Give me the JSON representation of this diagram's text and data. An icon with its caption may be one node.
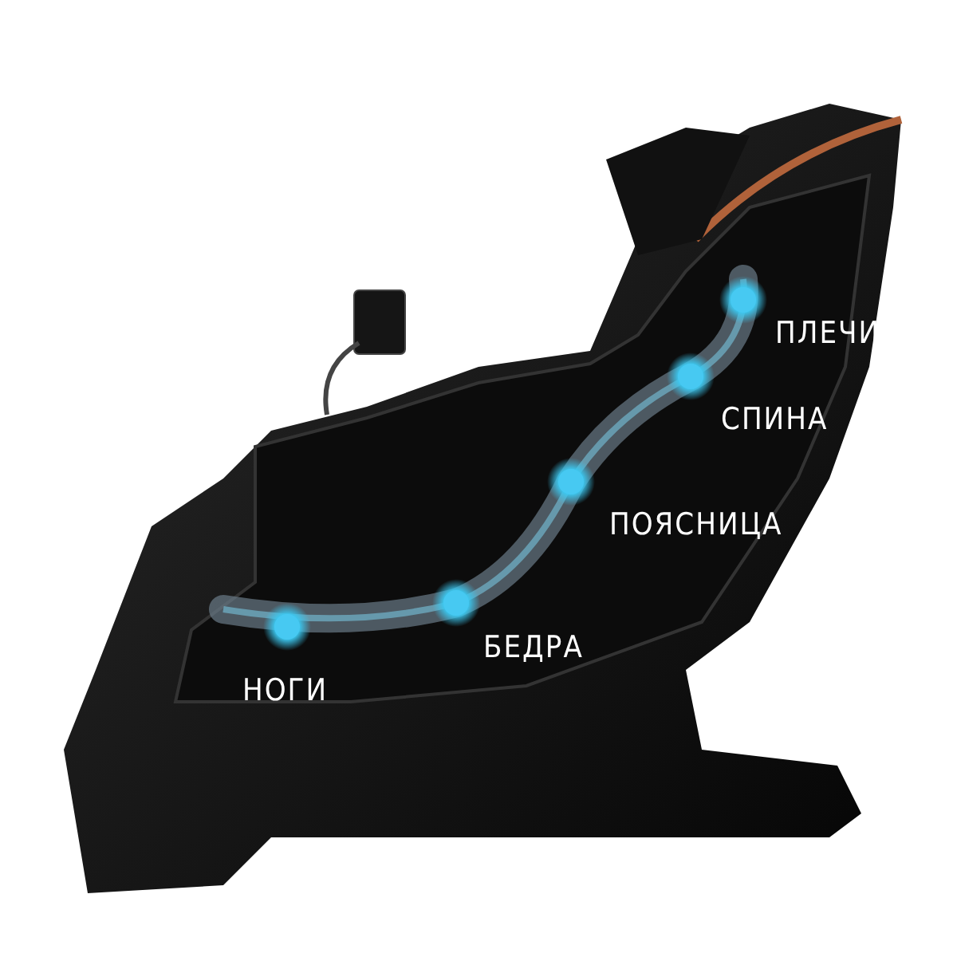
{
  "diagram": {
    "labels": [
      "ПЛЕЧИ",
      "СПИНА",
      "ПОЯСНИЦА",
      "БЕДРА",
      "НОГИ"
    ]
  }
}
